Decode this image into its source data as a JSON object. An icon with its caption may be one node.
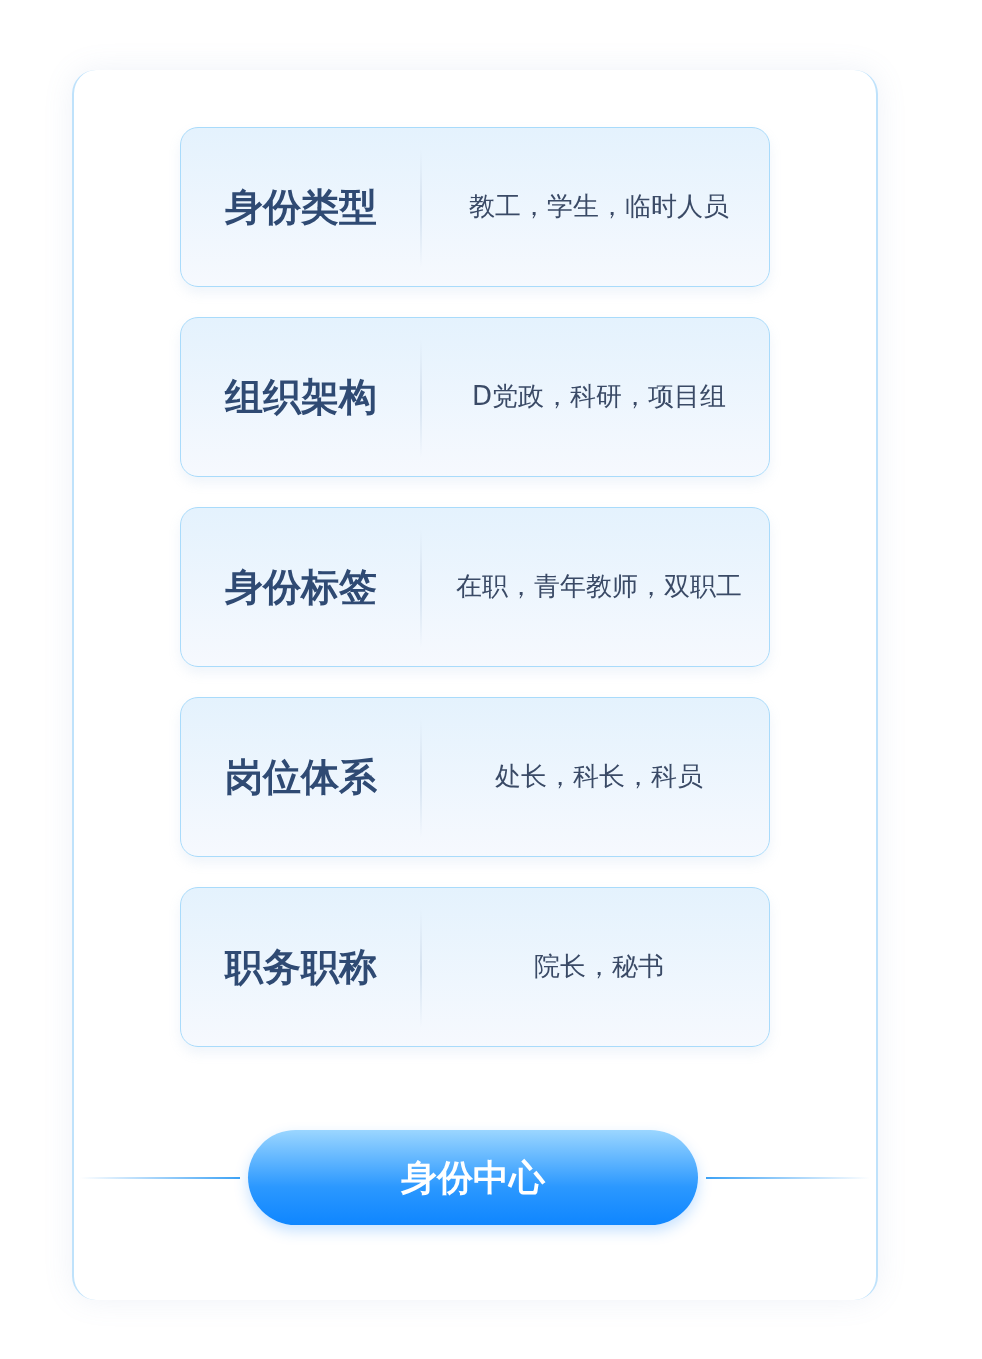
{
  "diagram": {
    "nodes": [
      {
        "text": [
          "身份类型",
          "教工，学生，临时人员"
        ]
      },
      {
        "text": [
          "组织架构",
          "D党政，科研，项目组"
        ]
      },
      {
        "text": [
          "身份标签",
          "在职，青年教师，双职工"
        ]
      },
      {
        "text": [
          "岗位体系",
          "处长，科长，科员"
        ]
      },
      {
        "text": [
          "职务职称",
          "院长，秘书"
        ]
      },
      {
        "text": [
          "身份中心"
        ]
      }
    ]
  }
}
